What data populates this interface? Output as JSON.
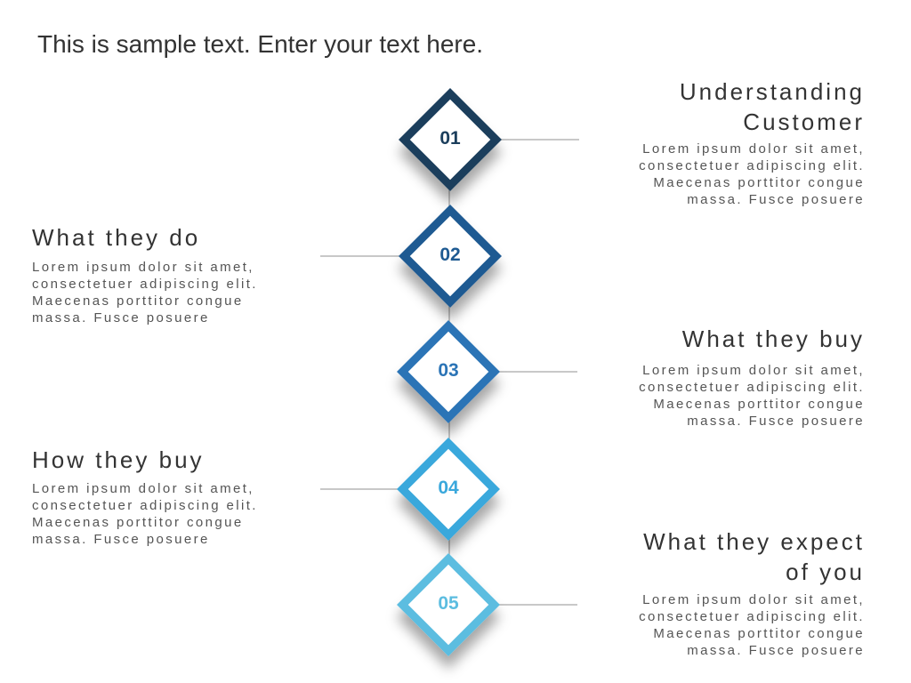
{
  "title": "This is sample text. Enter your text here.",
  "colors": [
    "#1b3e5c",
    "#1e5a92",
    "#2b74b6",
    "#3aa8dc",
    "#5cbde0"
  ],
  "steps": [
    {
      "num": "01",
      "heading_lines": [
        "Understanding",
        "Customer"
      ],
      "body_lines": [
        "Lorem ipsum dolor sit amet,",
        "consectetuer adipiscing elit.",
        "Maecenas porttitor congue",
        "massa. Fusce posuere"
      ]
    },
    {
      "num": "02",
      "heading_lines": [
        "What they do"
      ],
      "body_lines": [
        "Lorem ipsum dolor sit amet,",
        "consectetuer adipiscing elit.",
        "Maecenas porttitor congue",
        "massa. Fusce posuere"
      ]
    },
    {
      "num": "03",
      "heading_lines": [
        "What they buy"
      ],
      "body_lines": [
        "Lorem ipsum dolor sit amet,",
        "consectetuer adipiscing elit.",
        "Maecenas porttitor congue",
        "massa. Fusce posuere"
      ]
    },
    {
      "num": "04",
      "heading_lines": [
        "How they buy"
      ],
      "body_lines": [
        "Lorem ipsum dolor sit amet,",
        "consectetuer adipiscing elit.",
        "Maecenas porttitor congue",
        "massa. Fusce posuere"
      ]
    },
    {
      "num": "05",
      "heading_lines": [
        "What they expect",
        "of you"
      ],
      "body_lines": [
        "Lorem ipsum dolor sit amet,",
        "consectetuer adipiscing elit.",
        "Maecenas porttitor congue",
        "massa. Fusce posuere"
      ]
    }
  ]
}
